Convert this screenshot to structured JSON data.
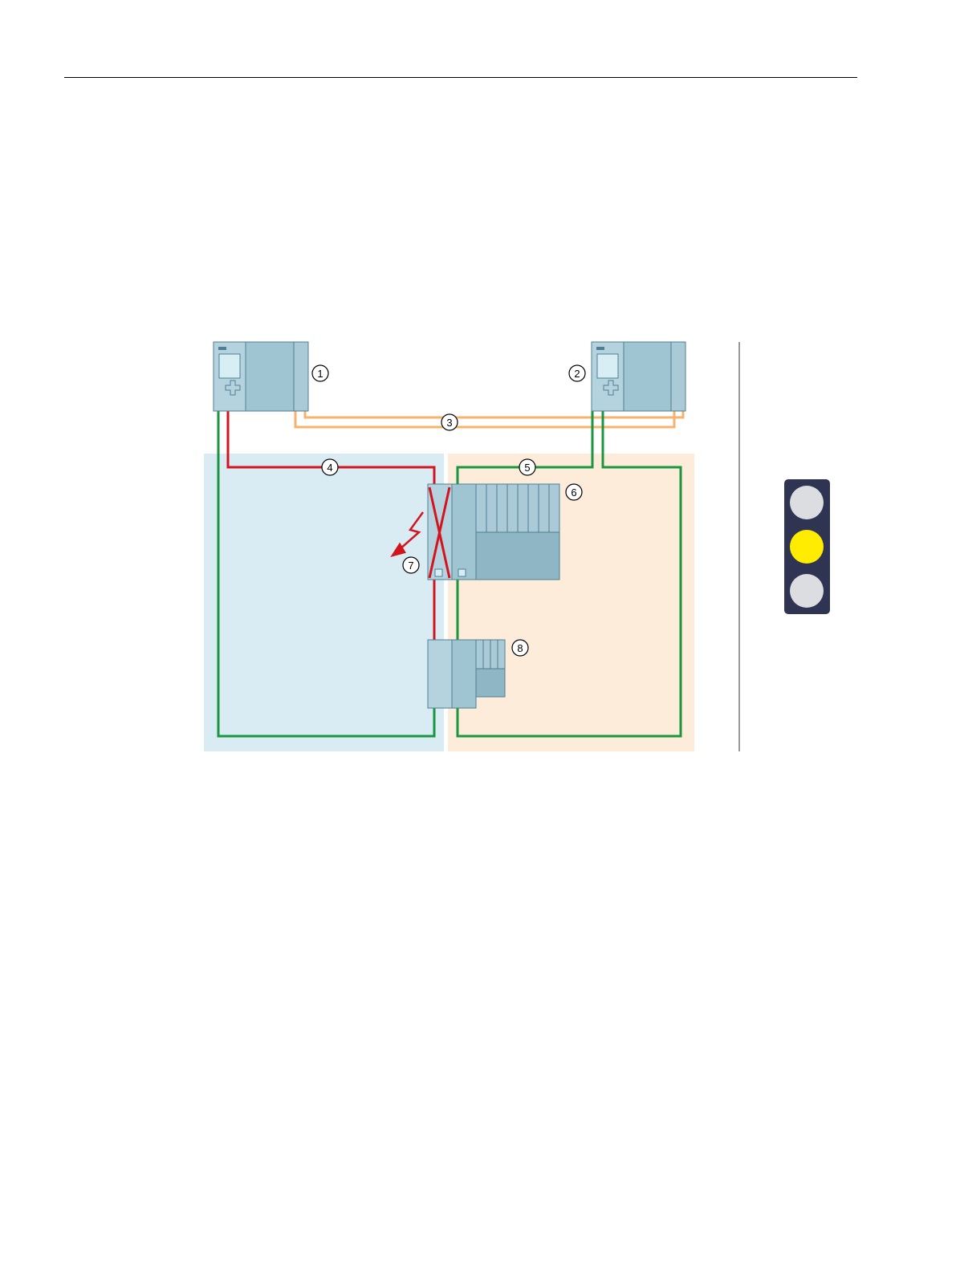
{
  "callouts": [
    {
      "id": "cpu-primary",
      "label": "1"
    },
    {
      "id": "cpu-backup",
      "label": "2"
    },
    {
      "id": "redundancy-sync-connection",
      "label": "3"
    },
    {
      "id": "failed-ring-segment",
      "label": "4"
    },
    {
      "id": "intact-ring-segment",
      "label": "5"
    },
    {
      "id": "io-device-station-1",
      "label": "6"
    },
    {
      "id": "failed-interface-module",
      "label": "7"
    },
    {
      "id": "io-device-station-2",
      "label": "8"
    }
  ],
  "colors": {
    "line_fault": "#d2141e",
    "line_ok": "#1a9641",
    "line_sync": "#f5b36e",
    "zone_left": "#d9ecf4",
    "zone_right": "#fdecd9",
    "module_fill": "#9fc4d2",
    "module_stroke": "#4f7f93",
    "traffic_body": "#2e3452",
    "lamp_off": "#dcdde1",
    "lamp_yellow": "#ffec00"
  },
  "status_light": {
    "state": "yellow"
  },
  "icons": [
    "lightning-fault-icon",
    "traffic-light-icon",
    "cross-out-icon"
  ]
}
